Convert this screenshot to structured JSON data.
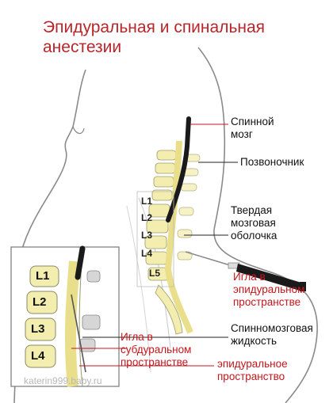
{
  "title": "Эпидуральная и спинальная анестезии",
  "labels": {
    "spinal_cord": "Спинной мозг",
    "spine": "Позвоночник",
    "dura": "Твердая мозговая оболочка",
    "needle_epidural": "Игла в эпидуральном пространстве",
    "csf": "Спинномозговая жидкость",
    "needle_subdural": "Игла в субдуральном пространстве",
    "epidural_space": "эпидуральное пространство"
  },
  "vertebrae": [
    "L1",
    "L2",
    "L3",
    "L4",
    "L5"
  ],
  "vertebrae_zoom": [
    "L1",
    "L2",
    "L3",
    "L4"
  ],
  "watermark": "katerin999.baby.ru",
  "colors": {
    "title": "#b8262a",
    "label_red": "#c4161c",
    "bone": "#f3edb0",
    "outline": "#8a8a8a"
  }
}
